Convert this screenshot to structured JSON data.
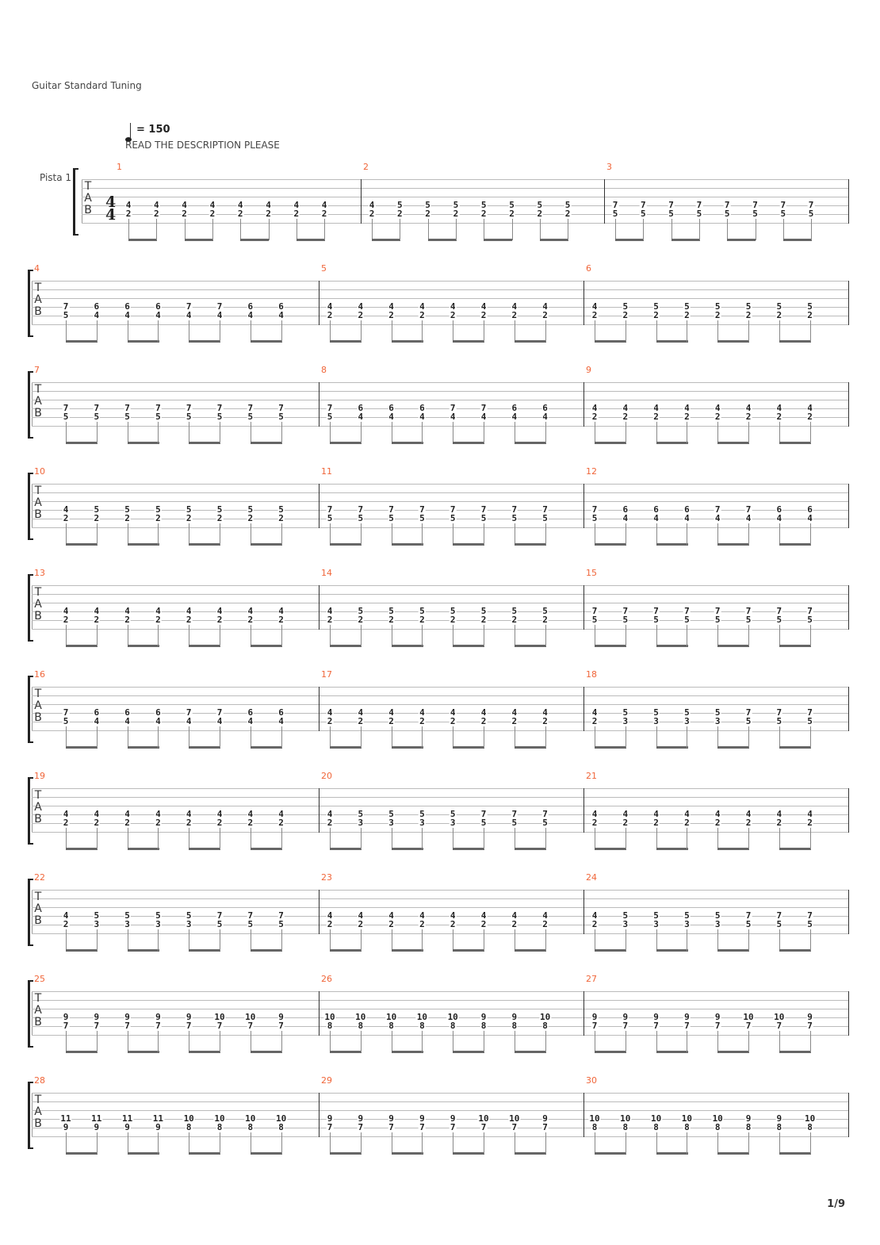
{
  "header": {
    "tuning": "Guitar Standard Tuning",
    "tempo": "= 150",
    "text_note": "READ THE DESCRIPTION PLEASE",
    "track_name": "Pista 1"
  },
  "time_signature": {
    "top": "4",
    "bottom": "4"
  },
  "tab_letters": [
    "T",
    "A",
    "B"
  ],
  "page_number": "1/9",
  "measures": [
    {
      "n": "1",
      "notes": [
        [
          "4",
          "2"
        ],
        [
          "4",
          "2"
        ],
        [
          "4",
          "2"
        ],
        [
          "4",
          "2"
        ],
        [
          "4",
          "2"
        ],
        [
          "4",
          "2"
        ],
        [
          "4",
          "2"
        ],
        [
          "4",
          "2"
        ]
      ]
    },
    {
      "n": "2",
      "notes": [
        [
          "4",
          "2"
        ],
        [
          "5",
          "2"
        ],
        [
          "5",
          "2"
        ],
        [
          "5",
          "2"
        ],
        [
          "5",
          "2"
        ],
        [
          "5",
          "2"
        ],
        [
          "5",
          "2"
        ],
        [
          "5",
          "2"
        ]
      ]
    },
    {
      "n": "3",
      "notes": [
        [
          "7",
          "5"
        ],
        [
          "7",
          "5"
        ],
        [
          "7",
          "5"
        ],
        [
          "7",
          "5"
        ],
        [
          "7",
          "5"
        ],
        [
          "7",
          "5"
        ],
        [
          "7",
          "5"
        ],
        [
          "7",
          "5"
        ]
      ]
    },
    {
      "n": "4",
      "notes": [
        [
          "7",
          "5"
        ],
        [
          "6",
          "4"
        ],
        [
          "6",
          "4"
        ],
        [
          "6",
          "4"
        ],
        [
          "7",
          "4"
        ],
        [
          "7",
          "4"
        ],
        [
          "6",
          "4"
        ],
        [
          "6",
          "4"
        ]
      ]
    },
    {
      "n": "5",
      "notes": [
        [
          "4",
          "2"
        ],
        [
          "4",
          "2"
        ],
        [
          "4",
          "2"
        ],
        [
          "4",
          "2"
        ],
        [
          "4",
          "2"
        ],
        [
          "4",
          "2"
        ],
        [
          "4",
          "2"
        ],
        [
          "4",
          "2"
        ]
      ]
    },
    {
      "n": "6",
      "notes": [
        [
          "4",
          "2"
        ],
        [
          "5",
          "2"
        ],
        [
          "5",
          "2"
        ],
        [
          "5",
          "2"
        ],
        [
          "5",
          "2"
        ],
        [
          "5",
          "2"
        ],
        [
          "5",
          "2"
        ],
        [
          "5",
          "2"
        ]
      ]
    },
    {
      "n": "7",
      "notes": [
        [
          "7",
          "5"
        ],
        [
          "7",
          "5"
        ],
        [
          "7",
          "5"
        ],
        [
          "7",
          "5"
        ],
        [
          "7",
          "5"
        ],
        [
          "7",
          "5"
        ],
        [
          "7",
          "5"
        ],
        [
          "7",
          "5"
        ]
      ]
    },
    {
      "n": "8",
      "notes": [
        [
          "7",
          "5"
        ],
        [
          "6",
          "4"
        ],
        [
          "6",
          "4"
        ],
        [
          "6",
          "4"
        ],
        [
          "7",
          "4"
        ],
        [
          "7",
          "4"
        ],
        [
          "6",
          "4"
        ],
        [
          "6",
          "4"
        ]
      ]
    },
    {
      "n": "9",
      "notes": [
        [
          "4",
          "2"
        ],
        [
          "4",
          "2"
        ],
        [
          "4",
          "2"
        ],
        [
          "4",
          "2"
        ],
        [
          "4",
          "2"
        ],
        [
          "4",
          "2"
        ],
        [
          "4",
          "2"
        ],
        [
          "4",
          "2"
        ]
      ]
    },
    {
      "n": "10",
      "notes": [
        [
          "4",
          "2"
        ],
        [
          "5",
          "2"
        ],
        [
          "5",
          "2"
        ],
        [
          "5",
          "2"
        ],
        [
          "5",
          "2"
        ],
        [
          "5",
          "2"
        ],
        [
          "5",
          "2"
        ],
        [
          "5",
          "2"
        ]
      ]
    },
    {
      "n": "11",
      "notes": [
        [
          "7",
          "5"
        ],
        [
          "7",
          "5"
        ],
        [
          "7",
          "5"
        ],
        [
          "7",
          "5"
        ],
        [
          "7",
          "5"
        ],
        [
          "7",
          "5"
        ],
        [
          "7",
          "5"
        ],
        [
          "7",
          "5"
        ]
      ]
    },
    {
      "n": "12",
      "notes": [
        [
          "7",
          "5"
        ],
        [
          "6",
          "4"
        ],
        [
          "6",
          "4"
        ],
        [
          "6",
          "4"
        ],
        [
          "7",
          "4"
        ],
        [
          "7",
          "4"
        ],
        [
          "6",
          "4"
        ],
        [
          "6",
          "4"
        ]
      ]
    },
    {
      "n": "13",
      "notes": [
        [
          "4",
          "2"
        ],
        [
          "4",
          "2"
        ],
        [
          "4",
          "2"
        ],
        [
          "4",
          "2"
        ],
        [
          "4",
          "2"
        ],
        [
          "4",
          "2"
        ],
        [
          "4",
          "2"
        ],
        [
          "4",
          "2"
        ]
      ]
    },
    {
      "n": "14",
      "notes": [
        [
          "4",
          "2"
        ],
        [
          "5",
          "2"
        ],
        [
          "5",
          "2"
        ],
        [
          "5",
          "2"
        ],
        [
          "5",
          "2"
        ],
        [
          "5",
          "2"
        ],
        [
          "5",
          "2"
        ],
        [
          "5",
          "2"
        ]
      ]
    },
    {
      "n": "15",
      "notes": [
        [
          "7",
          "5"
        ],
        [
          "7",
          "5"
        ],
        [
          "7",
          "5"
        ],
        [
          "7",
          "5"
        ],
        [
          "7",
          "5"
        ],
        [
          "7",
          "5"
        ],
        [
          "7",
          "5"
        ],
        [
          "7",
          "5"
        ]
      ]
    },
    {
      "n": "16",
      "notes": [
        [
          "7",
          "5"
        ],
        [
          "6",
          "4"
        ],
        [
          "6",
          "4"
        ],
        [
          "6",
          "4"
        ],
        [
          "7",
          "4"
        ],
        [
          "7",
          "4"
        ],
        [
          "6",
          "4"
        ],
        [
          "6",
          "4"
        ]
      ]
    },
    {
      "n": "17",
      "notes": [
        [
          "4",
          "2"
        ],
        [
          "4",
          "2"
        ],
        [
          "4",
          "2"
        ],
        [
          "4",
          "2"
        ],
        [
          "4",
          "2"
        ],
        [
          "4",
          "2"
        ],
        [
          "4",
          "2"
        ],
        [
          "4",
          "2"
        ]
      ]
    },
    {
      "n": "18",
      "notes": [
        [
          "4",
          "2"
        ],
        [
          "5",
          "3"
        ],
        [
          "5",
          "3"
        ],
        [
          "5",
          "3"
        ],
        [
          "5",
          "3"
        ],
        [
          "7",
          "5"
        ],
        [
          "7",
          "5"
        ],
        [
          "7",
          "5"
        ]
      ]
    },
    {
      "n": "19",
      "notes": [
        [
          "4",
          "2"
        ],
        [
          "4",
          "2"
        ],
        [
          "4",
          "2"
        ],
        [
          "4",
          "2"
        ],
        [
          "4",
          "2"
        ],
        [
          "4",
          "2"
        ],
        [
          "4",
          "2"
        ],
        [
          "4",
          "2"
        ]
      ]
    },
    {
      "n": "20",
      "notes": [
        [
          "4",
          "2"
        ],
        [
          "5",
          "3"
        ],
        [
          "5",
          "3"
        ],
        [
          "5",
          "3"
        ],
        [
          "5",
          "3"
        ],
        [
          "7",
          "5"
        ],
        [
          "7",
          "5"
        ],
        [
          "7",
          "5"
        ]
      ]
    },
    {
      "n": "21",
      "notes": [
        [
          "4",
          "2"
        ],
        [
          "4",
          "2"
        ],
        [
          "4",
          "2"
        ],
        [
          "4",
          "2"
        ],
        [
          "4",
          "2"
        ],
        [
          "4",
          "2"
        ],
        [
          "4",
          "2"
        ],
        [
          "4",
          "2"
        ]
      ]
    },
    {
      "n": "22",
      "notes": [
        [
          "4",
          "2"
        ],
        [
          "5",
          "3"
        ],
        [
          "5",
          "3"
        ],
        [
          "5",
          "3"
        ],
        [
          "5",
          "3"
        ],
        [
          "7",
          "5"
        ],
        [
          "7",
          "5"
        ],
        [
          "7",
          "5"
        ]
      ]
    },
    {
      "n": "23",
      "notes": [
        [
          "4",
          "2"
        ],
        [
          "4",
          "2"
        ],
        [
          "4",
          "2"
        ],
        [
          "4",
          "2"
        ],
        [
          "4",
          "2"
        ],
        [
          "4",
          "2"
        ],
        [
          "4",
          "2"
        ],
        [
          "4",
          "2"
        ]
      ]
    },
    {
      "n": "24",
      "notes": [
        [
          "4",
          "2"
        ],
        [
          "5",
          "3"
        ],
        [
          "5",
          "3"
        ],
        [
          "5",
          "3"
        ],
        [
          "5",
          "3"
        ],
        [
          "7",
          "5"
        ],
        [
          "7",
          "5"
        ],
        [
          "7",
          "5"
        ]
      ]
    },
    {
      "n": "25",
      "notes": [
        [
          "9",
          "7"
        ],
        [
          "9",
          "7"
        ],
        [
          "9",
          "7"
        ],
        [
          "9",
          "7"
        ],
        [
          "9",
          "7"
        ],
        [
          "10",
          "7"
        ],
        [
          "10",
          "7"
        ],
        [
          "9",
          "7"
        ]
      ]
    },
    {
      "n": "26",
      "notes": [
        [
          "10",
          "8"
        ],
        [
          "10",
          "8"
        ],
        [
          "10",
          "8"
        ],
        [
          "10",
          "8"
        ],
        [
          "10",
          "8"
        ],
        [
          "9",
          "8"
        ],
        [
          "9",
          "8"
        ],
        [
          "10",
          "8"
        ]
      ]
    },
    {
      "n": "27",
      "notes": [
        [
          "9",
          "7"
        ],
        [
          "9",
          "7"
        ],
        [
          "9",
          "7"
        ],
        [
          "9",
          "7"
        ],
        [
          "9",
          "7"
        ],
        [
          "10",
          "7"
        ],
        [
          "10",
          "7"
        ],
        [
          "9",
          "7"
        ]
      ]
    },
    {
      "n": "28",
      "notes": [
        [
          "11",
          "9"
        ],
        [
          "11",
          "9"
        ],
        [
          "11",
          "9"
        ],
        [
          "11",
          "9"
        ],
        [
          "10",
          "8"
        ],
        [
          "10",
          "8"
        ],
        [
          "10",
          "8"
        ],
        [
          "10",
          "8"
        ]
      ]
    },
    {
      "n": "29",
      "notes": [
        [
          "9",
          "7"
        ],
        [
          "9",
          "7"
        ],
        [
          "9",
          "7"
        ],
        [
          "9",
          "7"
        ],
        [
          "9",
          "7"
        ],
        [
          "10",
          "7"
        ],
        [
          "10",
          "7"
        ],
        [
          "9",
          "7"
        ]
      ]
    },
    {
      "n": "30",
      "notes": [
        [
          "10",
          "8"
        ],
        [
          "10",
          "8"
        ],
        [
          "10",
          "8"
        ],
        [
          "10",
          "8"
        ],
        [
          "10",
          "8"
        ],
        [
          "9",
          "8"
        ],
        [
          "9",
          "8"
        ],
        [
          "10",
          "8"
        ]
      ]
    }
  ],
  "colors": {
    "measure_number": "#f0663a",
    "staff_line": "#bbbbbb"
  }
}
